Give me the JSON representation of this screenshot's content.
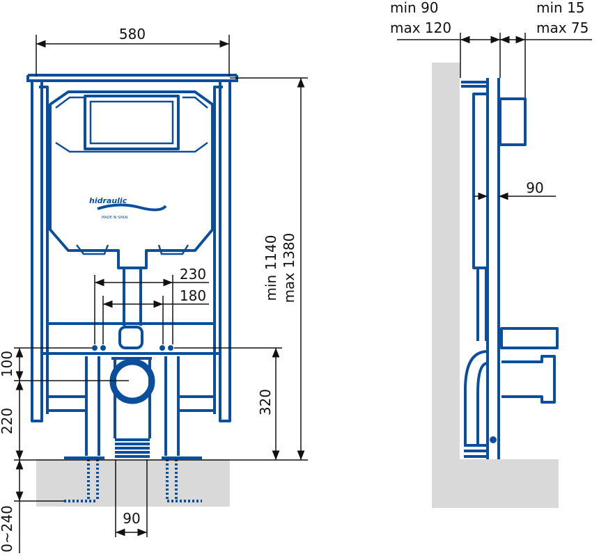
{
  "front_view": {
    "width_label": "580",
    "height_label_min": "min 1140",
    "height_label_max": "max 1380",
    "fixing_width_outer": "230",
    "fixing_width_inner": "180",
    "outlet_height": "320",
    "fixing_to_outlet": "100",
    "outlet_to_floor": "220",
    "floor_depth": "0~240",
    "drain_diameter": "90",
    "logo_text": "hidraulic",
    "logo_subtext": "MADE IN SPAIN"
  },
  "side_view": {
    "wall_gap_min": "min 90",
    "wall_gap_max": "max 120",
    "flange_min": "min 15",
    "flange_max": "max 75",
    "frame_depth": "90"
  },
  "colors": {
    "line": "#0a4f9e",
    "wall": "#d9d9d9",
    "dimension": "#111111"
  }
}
